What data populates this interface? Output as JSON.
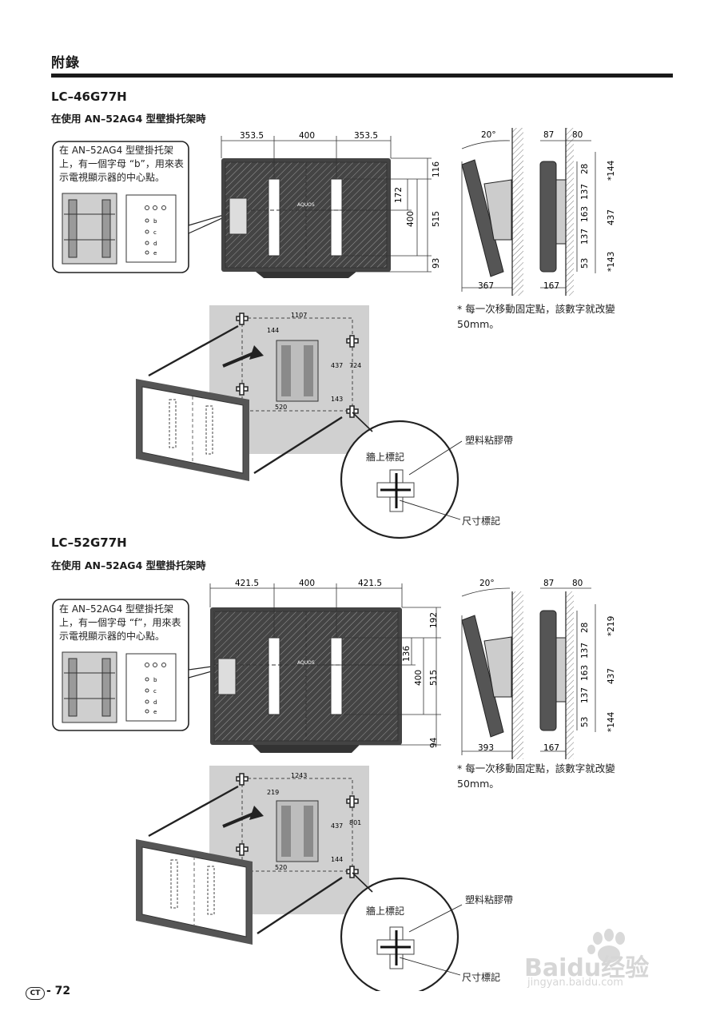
{
  "page": {
    "heading": "附錄",
    "footer_badge": "CT",
    "footer_page": "- 72"
  },
  "section1": {
    "model": "LC–46G77H",
    "subtitle": "在使用 AN–52AG4 型壁掛托架時",
    "callout_text": "在 AN–52AG4 型壁掛托架上，有一個字母 “b”，用來表示電視顯示器的中心點。",
    "top_dims": [
      "353.5",
      "400",
      "353.5"
    ],
    "right_dims": [
      "116",
      "172",
      "400",
      "515",
      "93"
    ],
    "angle": "20°",
    "side_top_dims": [
      "87",
      "80"
    ],
    "side_dims": [
      "28",
      "137",
      "163",
      "137",
      "53"
    ],
    "side_right_dims": [
      "*144",
      "437",
      "*143"
    ],
    "bottom_dims": [
      "367",
      "167"
    ],
    "note": "* 每一次移動固定點，該數字就改變 50mm。",
    "wall_dims": [
      "1107",
      "144",
      "437",
      "724",
      "143",
      "520"
    ],
    "tape_label": "塑料粘膠帶",
    "wall_mark_label": "牆上標記",
    "size_mark_label": "尺寸標記",
    "slot_letters": [
      "b",
      "c",
      "d",
      "e"
    ]
  },
  "section2": {
    "model": "LC–52G77H",
    "subtitle": "在使用 AN–52AG4 型壁掛托架時",
    "callout_text": "在 AN–52AG4 型壁掛托架上，有一個字母 “f”，用來表示電視顯示器的中心點。",
    "top_dims": [
      "421.5",
      "400",
      "421.5"
    ],
    "right_dims": [
      "192",
      "136",
      "400",
      "515",
      "94"
    ],
    "angle": "20°",
    "side_top_dims": [
      "87",
      "80"
    ],
    "side_dims": [
      "28",
      "137",
      "163",
      "137",
      "53"
    ],
    "side_right_dims": [
      "*219",
      "437",
      "*144"
    ],
    "bottom_dims": [
      "393",
      "167"
    ],
    "note": "* 每一次移動固定點，該數字就改變 50mm。",
    "wall_dims": [
      "1243",
      "219",
      "437",
      "801",
      "144",
      "520"
    ],
    "tape_label": "塑料粘膠帶",
    "wall_mark_label": "牆上標記",
    "size_mark_label": "尺寸標記",
    "slot_letters": [
      "b",
      "c",
      "d",
      "e"
    ]
  },
  "logo_text": "AQUOS",
  "watermark": {
    "brand": "Baidu经验",
    "url": "jingyan.baidu.com"
  }
}
